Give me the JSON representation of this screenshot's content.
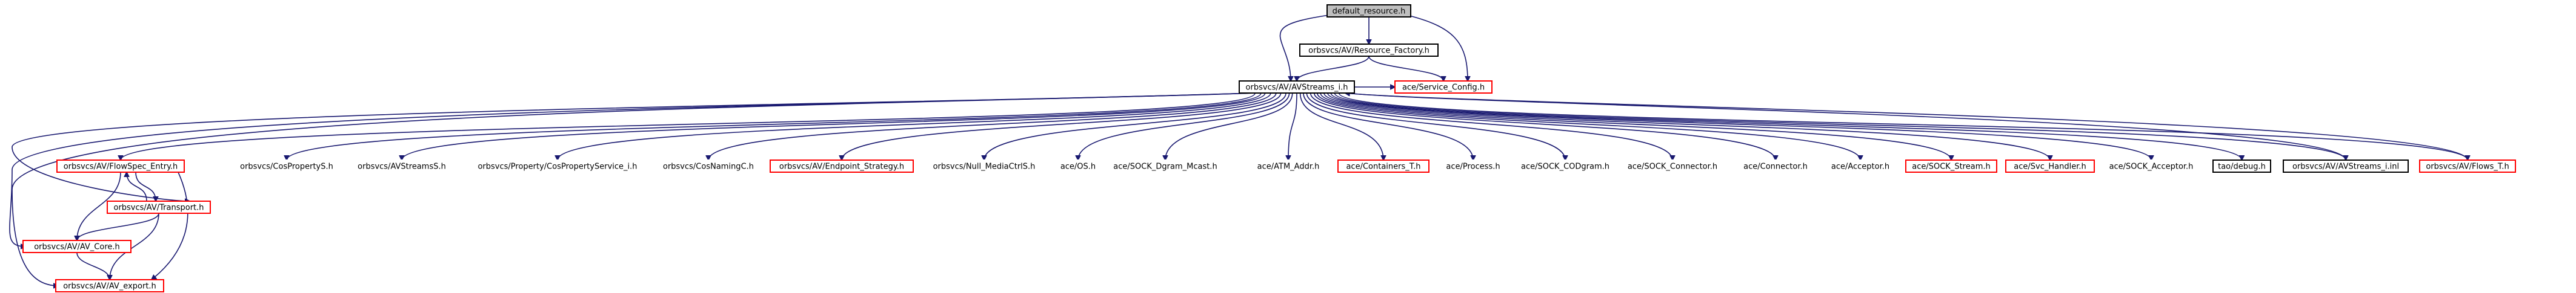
{
  "colors": {
    "edge": "#191970",
    "box_black": "#000000",
    "box_red": "#ff0000",
    "box_white": "#ffffff",
    "root_fill": "#bfbfbf"
  },
  "nodes": [
    {
      "id": "default_resource",
      "label": "default_resource.h",
      "style": "root"
    },
    {
      "id": "resource_factory",
      "label": "orbsvcs/AV/Resource_Factory.h",
      "style": "black"
    },
    {
      "id": "service_config",
      "label": "ace/Service_Config.h",
      "style": "red"
    },
    {
      "id": "avstreams_i",
      "label": "orbsvcs/AV/AVStreams_i.h",
      "style": "black"
    },
    {
      "id": "flowspec",
      "label": "orbsvcs/AV/FlowSpec_Entry.h",
      "style": "red"
    },
    {
      "id": "transport",
      "label": "orbsvcs/AV/Transport.h",
      "style": "red"
    },
    {
      "id": "av_core",
      "label": "orbsvcs/AV/AV_Core.h",
      "style": "red"
    },
    {
      "id": "av_export",
      "label": "orbsvcs/AV/AV_export.h",
      "style": "red"
    },
    {
      "id": "cosproperty",
      "label": "orbsvcs/CosPropertyS.h",
      "style": "white"
    },
    {
      "id": "avstreamss",
      "label": "orbsvcs/AVStreamsS.h",
      "style": "white"
    },
    {
      "id": "cosproperty_service",
      "label": "orbsvcs/Property/CosPropertyService_i.h",
      "style": "white"
    },
    {
      "id": "cosnamingc",
      "label": "orbsvcs/CosNamingC.h",
      "style": "white"
    },
    {
      "id": "endpoint_strategy",
      "label": "orbsvcs/AV/Endpoint_Strategy.h",
      "style": "red"
    },
    {
      "id": "null_mediactrl",
      "label": "orbsvcs/Null_MediaCtrlS.h",
      "style": "white"
    },
    {
      "id": "ace_os",
      "label": "ace/OS.h",
      "style": "white"
    },
    {
      "id": "sock_dgram_mcast",
      "label": "ace/SOCK_Dgram_Mcast.h",
      "style": "white"
    },
    {
      "id": "atm_addr",
      "label": "ace/ATM_Addr.h",
      "style": "white"
    },
    {
      "id": "containers_t",
      "label": "ace/Containers_T.h",
      "style": "red"
    },
    {
      "id": "process",
      "label": "ace/Process.h",
      "style": "white"
    },
    {
      "id": "sock_codgram",
      "label": "ace/SOCK_CODgram.h",
      "style": "white"
    },
    {
      "id": "sock_connector",
      "label": "ace/SOCK_Connector.h",
      "style": "white"
    },
    {
      "id": "connector",
      "label": "ace/Connector.h",
      "style": "white"
    },
    {
      "id": "acceptor",
      "label": "ace/Acceptor.h",
      "style": "white"
    },
    {
      "id": "sock_stream",
      "label": "ace/SOCK_Stream.h",
      "style": "red"
    },
    {
      "id": "svc_handler",
      "label": "ace/Svc_Handler.h",
      "style": "red"
    },
    {
      "id": "sock_acceptor",
      "label": "ace/SOCK_Acceptor.h",
      "style": "white"
    },
    {
      "id": "tao_debug",
      "label": "tao/debug.h",
      "style": "black"
    },
    {
      "id": "avstreams_i_inl",
      "label": "orbsvcs/AV/AVStreams_i.inl",
      "style": "black"
    },
    {
      "id": "flows_t",
      "label": "orbsvcs/AV/Flows_T.h",
      "style": "red"
    }
  ],
  "edges": [
    {
      "from": "default_resource",
      "to": "resource_factory"
    },
    {
      "from": "default_resource",
      "to": "service_config"
    },
    {
      "from": "default_resource",
      "to": "avstreams_i"
    },
    {
      "from": "resource_factory",
      "to": "avstreams_i"
    },
    {
      "from": "resource_factory",
      "to": "service_config"
    },
    {
      "from": "avstreams_i",
      "to": "service_config"
    },
    {
      "from": "avstreams_i",
      "to": "flowspec"
    },
    {
      "from": "avstreams_i",
      "to": "cosproperty"
    },
    {
      "from": "avstreams_i",
      "to": "avstreamss"
    },
    {
      "from": "avstreams_i",
      "to": "cosproperty_service"
    },
    {
      "from": "avstreams_i",
      "to": "cosnamingc"
    },
    {
      "from": "avstreams_i",
      "to": "endpoint_strategy"
    },
    {
      "from": "avstreams_i",
      "to": "null_mediactrl"
    },
    {
      "from": "avstreams_i",
      "to": "ace_os"
    },
    {
      "from": "avstreams_i",
      "to": "sock_dgram_mcast"
    },
    {
      "from": "avstreams_i",
      "to": "atm_addr"
    },
    {
      "from": "avstreams_i",
      "to": "containers_t"
    },
    {
      "from": "avstreams_i",
      "to": "process"
    },
    {
      "from": "avstreams_i",
      "to": "sock_codgram"
    },
    {
      "from": "avstreams_i",
      "to": "sock_connector"
    },
    {
      "from": "avstreams_i",
      "to": "connector"
    },
    {
      "from": "avstreams_i",
      "to": "acceptor"
    },
    {
      "from": "avstreams_i",
      "to": "sock_stream"
    },
    {
      "from": "avstreams_i",
      "to": "svc_handler"
    },
    {
      "from": "avstreams_i",
      "to": "sock_acceptor"
    },
    {
      "from": "avstreams_i",
      "to": "tao_debug"
    },
    {
      "from": "avstreams_i",
      "to": "avstreams_i_inl"
    },
    {
      "from": "avstreams_i",
      "to": "flows_t"
    },
    {
      "from": "avstreams_i",
      "to": "transport"
    },
    {
      "from": "avstreams_i",
      "to": "av_core"
    },
    {
      "from": "avstreams_i",
      "to": "av_export"
    },
    {
      "from": "avstreams_i_inl",
      "to": "avstreams_i"
    },
    {
      "from": "flows_t",
      "to": "avstreams_i"
    },
    {
      "from": "flowspec",
      "to": "transport"
    },
    {
      "from": "flowspec",
      "to": "av_core"
    },
    {
      "from": "flowspec",
      "to": "av_export"
    },
    {
      "from": "transport",
      "to": "flowspec"
    },
    {
      "from": "transport",
      "to": "av_core"
    },
    {
      "from": "transport",
      "to": "av_export"
    },
    {
      "from": "av_core",
      "to": "av_export"
    }
  ]
}
